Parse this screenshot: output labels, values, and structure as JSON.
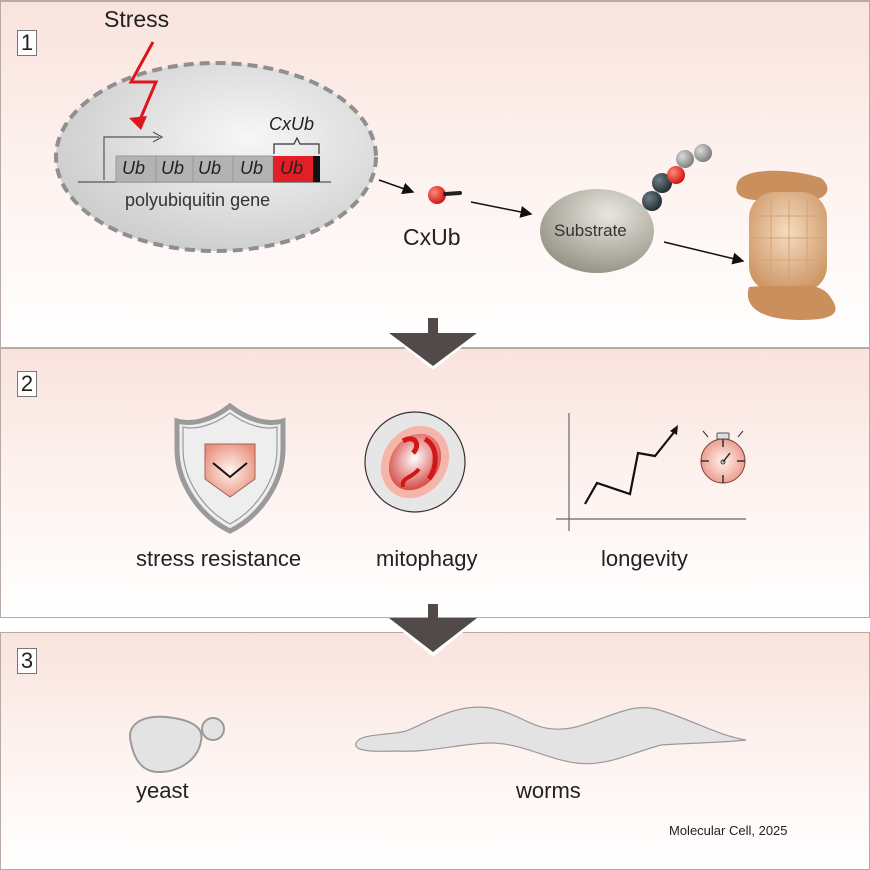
{
  "panels": [
    {
      "number": "1",
      "stress_label": "Stress",
      "gene_segments": [
        "Ub",
        "Ub",
        "Ub",
        "Ub",
        "Ub"
      ],
      "cxub_bracket_label": "CxUb",
      "gene_label": "polyubiquitin gene",
      "free_cxub_label": "CxUb",
      "substrate_label": "Substrate"
    },
    {
      "number": "2",
      "outcomes": [
        {
          "label": "stress resistance",
          "icon": "shield-icon"
        },
        {
          "label": "mitophagy",
          "icon": "mitochondrion-icon"
        },
        {
          "label": "longevity",
          "icon": "rising-graph-stopwatch-icon"
        }
      ]
    },
    {
      "number": "3",
      "organisms": [
        {
          "label": "yeast",
          "icon": "yeast-cell-icon"
        },
        {
          "label": "worms",
          "icon": "worm-icon"
        }
      ]
    }
  ],
  "credit": "Molecular Cell, 2025",
  "colors": {
    "stress_red": "#e0141e",
    "cxub_red": "#e21e26",
    "ub_gray": "#b3b3b3",
    "arrow_dark": "#524a48",
    "proteasome": "#d9a77a"
  }
}
